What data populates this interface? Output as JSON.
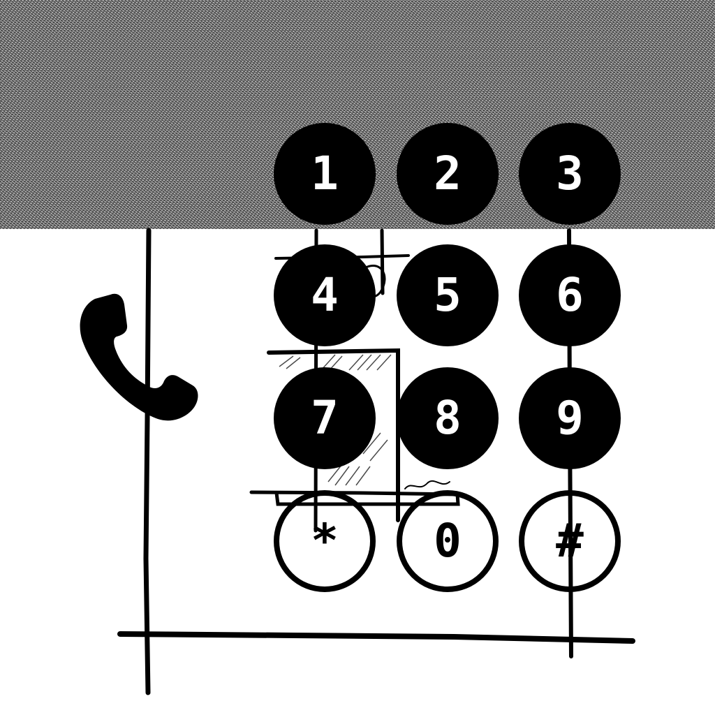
{
  "keypad": {
    "keys": [
      {
        "label": "1"
      },
      {
        "label": "2"
      },
      {
        "label": "3"
      },
      {
        "label": "4"
      },
      {
        "label": "5"
      },
      {
        "label": "6"
      },
      {
        "label": "7"
      },
      {
        "label": "8"
      },
      {
        "label": "9"
      },
      {
        "label": "*"
      },
      {
        "label": "0"
      },
      {
        "label": "#"
      }
    ]
  },
  "icons": {
    "phone": "phone-handset-icon"
  },
  "colors": {
    "ink": "#000000",
    "paper": "#ffffff",
    "noise": "#8c8c8c"
  }
}
